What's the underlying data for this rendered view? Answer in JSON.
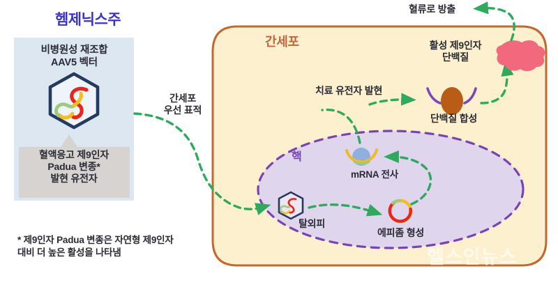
{
  "diagram": {
    "title": "헴제닉스주",
    "watermark": "헬스인뉴스",
    "left_panel": {
      "vector_title": "비병원성 재조합\nAAV5 벡터",
      "vector_icon": "hexagon-capsid-icon",
      "gene_callout": "혈액응고 제9인자\nPadua 변종*\n발현 유전자",
      "footnote": "* 제9인자 Padua 변종은 자연형 제9인자\n대비 더 높은 활성을 나타냄"
    },
    "flow_labels": {
      "hepatocyte_target": "간세포\n우선 표적",
      "release_to_bloodstream": "혈류로 방출",
      "active_factor_protein": "활성 제9인자\n단백질",
      "gene_expression": "치료 유전자 발현",
      "protein_synthesis": "단백질 합성",
      "mrna_transcription": "mRNA 전사",
      "uncoating": "탈외피",
      "episome_formation": "에피좀 형성"
    },
    "cell": {
      "liver_cell_label": "간세포",
      "nucleus_label": "핵"
    },
    "colors": {
      "title_blue": "#3a31c9",
      "panel_blue": "#dce7f2",
      "callout_gray": "#d6d3d0",
      "cell_fill": "#fdf0cf",
      "cell_border": "#c1692f",
      "cell_label": "#c0673c",
      "nucleus_fill": "#dfd5ec",
      "nucleus_border": "#7a43b3",
      "arrow_green": "#2fa95e",
      "protein_pink": "#f2687c",
      "ribosome_brown": "#b85c16",
      "ribosome_arc_purple": "#7a48bb",
      "mrna_blue": "#8fb0dd",
      "mrna_yellow": "#eeba30",
      "capsid_navy": "#243a5e",
      "dna_red": "#e8271c",
      "dna_yellow": "#f6bd1c",
      "dna_green": "#9dca7e"
    }
  }
}
